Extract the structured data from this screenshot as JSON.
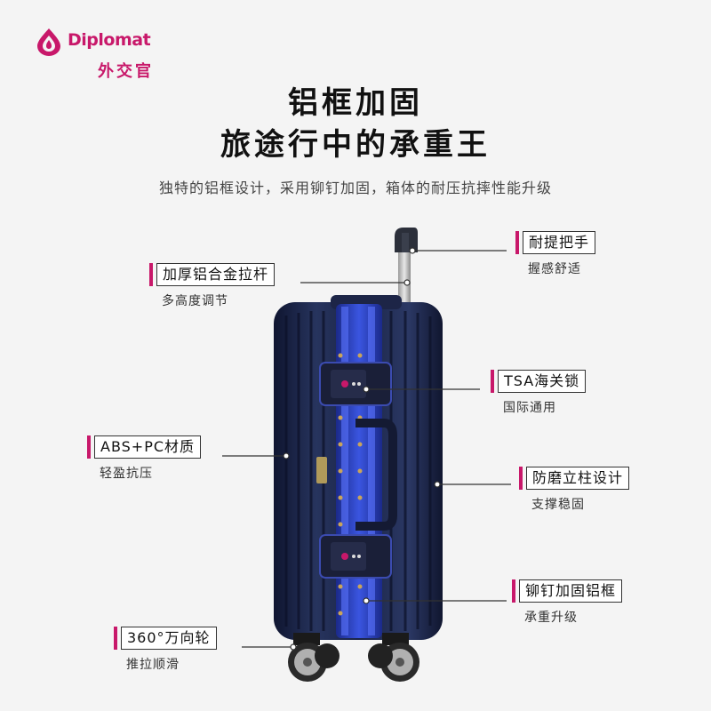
{
  "brand": {
    "name": "Diplomat",
    "name_cn": "外交官",
    "color": "#c8186a"
  },
  "headline": {
    "line1": "铝框加固",
    "line2": "旅途行中的承重王"
  },
  "subtitle": "独特的铝框设计，采用铆钉加固，箱体的耐压抗摔性能升级",
  "features": [
    {
      "title": "耐提把手",
      "desc": "握感舒适"
    },
    {
      "title": "加厚铝合金拉杆",
      "desc": "多高度调节"
    },
    {
      "title": "TSA海关锁",
      "desc": "国际通用"
    },
    {
      "title": "ABS+PC材质",
      "desc": "轻盈抗压"
    },
    {
      "title": "防磨立柱设计",
      "desc": "支撑稳固"
    },
    {
      "title": "铆钉加固铝框",
      "desc": "承重升级"
    },
    {
      "title": "360°万向轮",
      "desc": "推拉顺滑"
    }
  ],
  "colors": {
    "shell": "#1c2541",
    "frame": "#2740b8",
    "accent": "#c8186a"
  }
}
